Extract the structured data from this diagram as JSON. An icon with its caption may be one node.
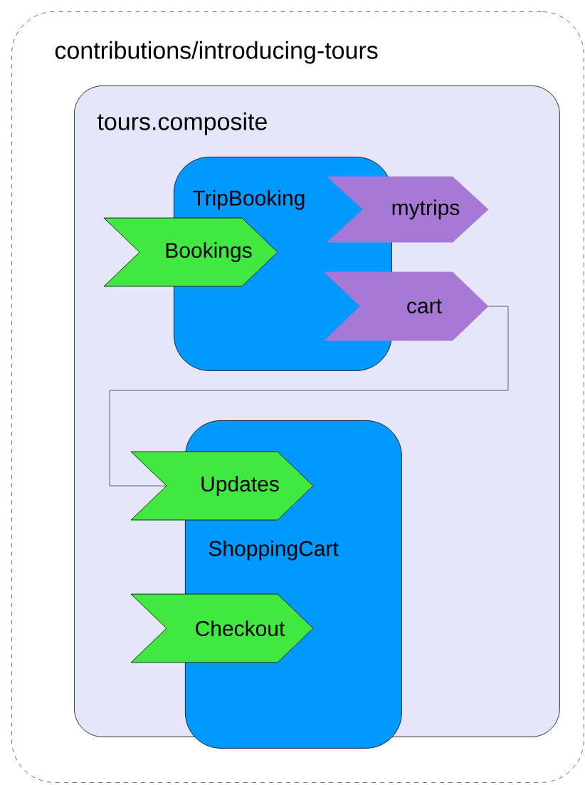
{
  "diagram": {
    "nodes": [
      {
        "text": [
          "contributions/introducing-tours"
        ]
      },
      {
        "text": [
          "tours.composite"
        ],
        "in": 0
      },
      {
        "text": [
          "TripBooking"
        ],
        "in": 1
      },
      {
        "text": [
          "mytrips"
        ],
        "in": 1
      },
      {
        "text": [
          "Bookings"
        ],
        "in": 1
      },
      {
        "text": [
          "cart"
        ],
        "in": 1
      },
      {
        "text": [
          "ShoppingCart"
        ],
        "in": 1
      },
      {
        "text": [
          "Updates"
        ],
        "in": 1
      },
      {
        "text": [
          "Checkout"
        ],
        "in": 1
      }
    ],
    "edges": [
      {
        "from": 5,
        "to": 7,
        "arrow": "none"
      }
    ]
  }
}
